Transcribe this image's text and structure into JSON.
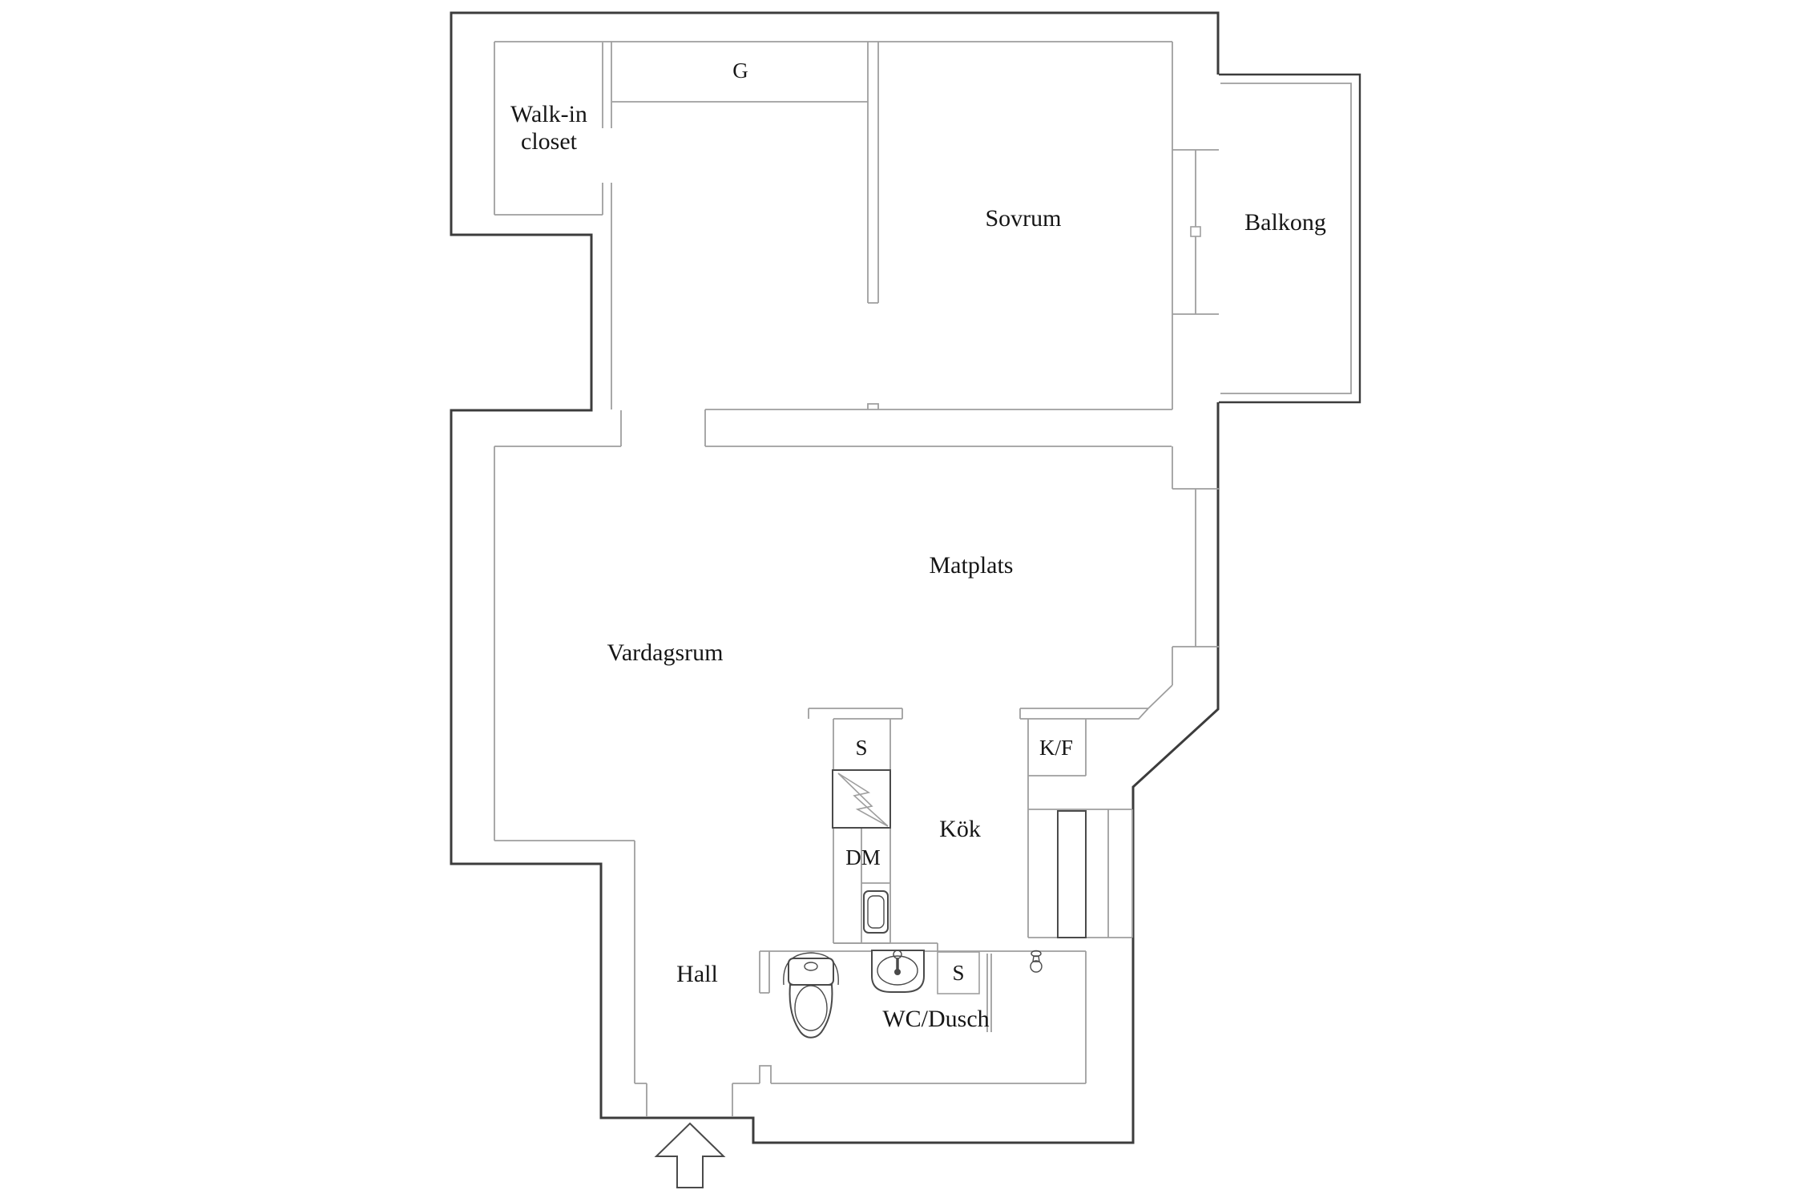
{
  "colors": {
    "background": "#ffffff",
    "wall_dark": "#3c3c3c",
    "wall_light": "#9e9e9e",
    "fixture": "#4a4a4a",
    "text": "#161616"
  },
  "floorplan": {
    "rooms": {
      "walk_in_closet": {
        "label_line1": "Walk-in",
        "label_line2": "closet"
      },
      "wardrobe": {
        "label": "G"
      },
      "bedroom": {
        "label": "Sovrum"
      },
      "balcony": {
        "label": "Balkong"
      },
      "dining": {
        "label": "Matplats"
      },
      "living": {
        "label": "Vardagsrum"
      },
      "kitchen": {
        "label": "Kök"
      },
      "hall": {
        "label": "Hall"
      },
      "bathroom": {
        "label": "WC/Dusch"
      }
    },
    "fixtures": {
      "kitchen_cabinet": {
        "label": "S"
      },
      "fridge_freezer": {
        "label": "K/F"
      },
      "dishwasher": {
        "label": "DM"
      },
      "bathroom_cabinet": {
        "label": "S"
      }
    },
    "icons": [
      "stove-icon",
      "lightning-icon",
      "kitchen-sink-icon",
      "fridge-unit-icon",
      "toilet-icon",
      "washbasin-icon",
      "shower-icon",
      "entrance-arrow-icon",
      "balcony-door-handle-icon",
      "window-glass-line"
    ]
  }
}
